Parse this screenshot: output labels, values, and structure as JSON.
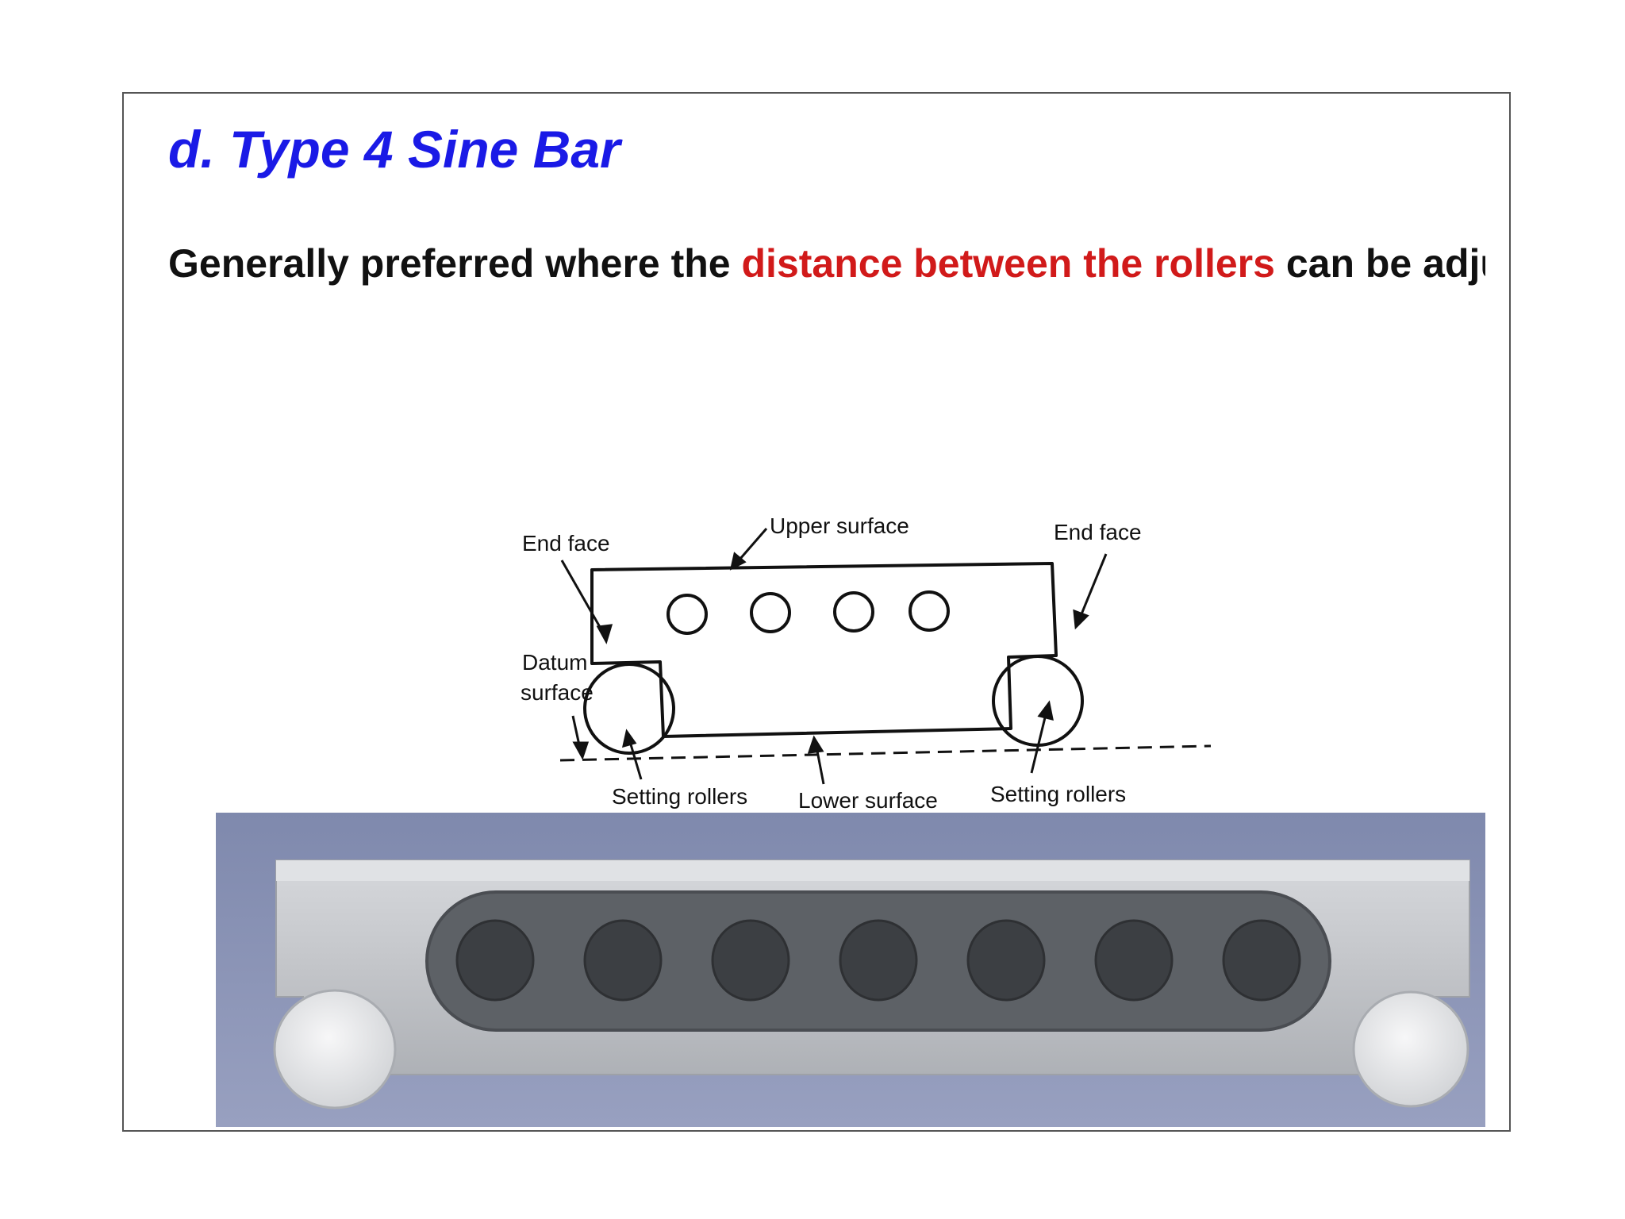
{
  "slide": {
    "title": "d. Type 4 Sine Bar",
    "body": {
      "part1": "Generally preferred where the ",
      "highlight": "distance between the rollers",
      "part2": " can be adjusted exactly."
    }
  },
  "diagram": {
    "labels": {
      "end_face_left": "End face",
      "upper_surface": "Upper surface",
      "end_face_right": "End face",
      "datum_surface_line1": "Datum",
      "datum_surface_line2": "surface",
      "setting_rollers_left": "Setting rollers",
      "lower_surface": "Lower surface",
      "setting_rollers_right": "Setting rollers"
    }
  },
  "photo": {
    "hole_count": 7,
    "colors": {
      "background": "#8a93b6",
      "bar": "#c9cbcf",
      "slot": "#5d6166",
      "hole": "#3c3f43",
      "roller": "#e8e9eb"
    }
  }
}
